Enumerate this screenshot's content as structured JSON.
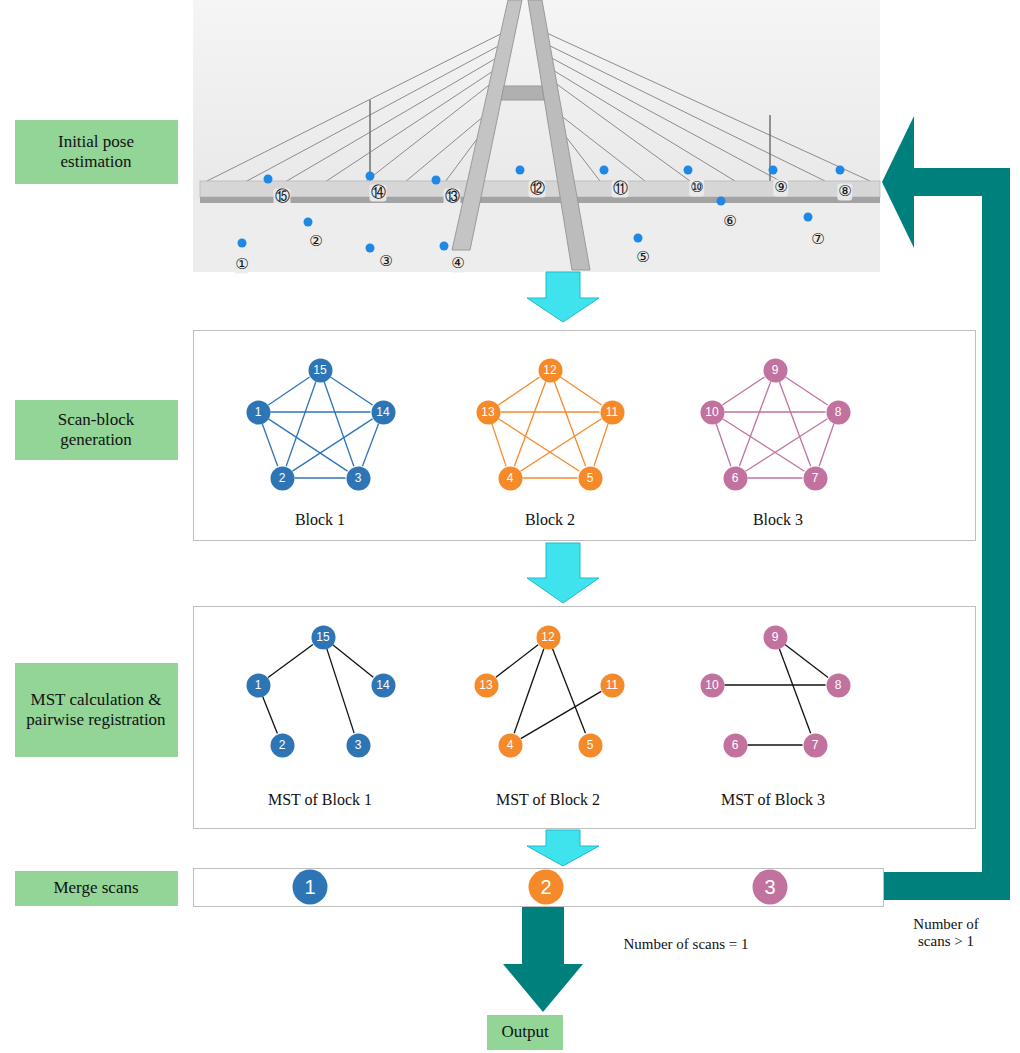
{
  "diagram": {
    "nodes": [
      {
        "text": [
          "Initial pose estimation"
        ]
      },
      {
        "text": [
          "Scan-block generation"
        ]
      },
      {
        "text": [
          "15"
        ]
      },
      {
        "text": [
          "1"
        ]
      },
      {
        "text": [
          "14"
        ]
      },
      {
        "text": [
          "2"
        ]
      },
      {
        "text": [
          "3"
        ]
      },
      {
        "text": [
          "12"
        ]
      },
      {
        "text": [
          "13"
        ]
      },
      {
        "text": [
          "11"
        ]
      },
      {
        "text": [
          "4"
        ]
      },
      {
        "text": [
          "5"
        ]
      },
      {
        "text": [
          "9"
        ]
      },
      {
        "text": [
          "10"
        ]
      },
      {
        "text": [
          "8"
        ]
      },
      {
        "text": [
          "6"
        ]
      },
      {
        "text": [
          "7"
        ]
      },
      {
        "text": [
          "MST calculation & pairwise registration"
        ]
      },
      {
        "text": [
          "15"
        ]
      },
      {
        "text": [
          "1"
        ]
      },
      {
        "text": [
          "14"
        ]
      },
      {
        "text": [
          "2"
        ]
      },
      {
        "text": [
          "3"
        ]
      },
      {
        "text": [
          "12"
        ]
      },
      {
        "text": [
          "13"
        ]
      },
      {
        "text": [
          "11"
        ]
      },
      {
        "text": [
          "4"
        ]
      },
      {
        "text": [
          "5"
        ]
      },
      {
        "text": [
          "9"
        ]
      },
      {
        "text": [
          "10"
        ]
      },
      {
        "text": [
          "8"
        ]
      },
      {
        "text": [
          "6"
        ]
      },
      {
        "text": [
          "7"
        ]
      },
      {
        "text": [
          "Merge scans"
        ]
      },
      {
        "text": [
          "1"
        ]
      },
      {
        "text": [
          "2"
        ]
      },
      {
        "text": [
          "3"
        ]
      },
      {
        "text": [
          "Output"
        ]
      }
    ],
    "edges": [
      {
        "from": 2,
        "to": 3,
        "arrow": "none"
      },
      {
        "from": 2,
        "to": 4,
        "arrow": "none"
      },
      {
        "from": 2,
        "to": 5,
        "arrow": "none"
      },
      {
        "from": 2,
        "to": 6,
        "arrow": "none"
      },
      {
        "from": 3,
        "to": 4,
        "arrow": "none"
      },
      {
        "from": 3,
        "to": 5,
        "arrow": "none"
      },
      {
        "from": 3,
        "to": 6,
        "arrow": "none"
      },
      {
        "from": 4,
        "to": 5,
        "arrow": "none"
      },
      {
        "from": 4,
        "to": 6,
        "arrow": "none"
      },
      {
        "from": 5,
        "to": 6,
        "arrow": "none"
      },
      {
        "from": 7,
        "to": 8,
        "arrow": "none"
      },
      {
        "from": 7,
        "to": 9,
        "arrow": "none"
      },
      {
        "from": 7,
        "to": 10,
        "arrow": "none"
      },
      {
        "from": 7,
        "to": 11,
        "arrow": "none"
      },
      {
        "from": 8,
        "to": 9,
        "arrow": "none"
      },
      {
        "from": 8,
        "to": 10,
        "arrow": "none"
      },
      {
        "from": 8,
        "to": 11,
        "arrow": "none"
      },
      {
        "from": 9,
        "to": 10,
        "arrow": "none"
      },
      {
        "from": 9,
        "to": 11,
        "arrow": "none"
      },
      {
        "from": 10,
        "to": 11,
        "arrow": "none"
      },
      {
        "from": 12,
        "to": 13,
        "arrow": "none"
      },
      {
        "from": 12,
        "to": 14,
        "arrow": "none"
      },
      {
        "from": 12,
        "to": 15,
        "arrow": "none"
      },
      {
        "from": 12,
        "to": 16,
        "arrow": "none"
      },
      {
        "from": 13,
        "to": 14,
        "arrow": "none"
      },
      {
        "from": 13,
        "to": 15,
        "arrow": "none"
      },
      {
        "from": 13,
        "to": 16,
        "arrow": "none"
      },
      {
        "from": 14,
        "to": 15,
        "arrow": "none"
      },
      {
        "from": 14,
        "to": 16,
        "arrow": "none"
      },
      {
        "from": 15,
        "to": 16,
        "arrow": "none"
      },
      {
        "from": 18,
        "to": 19,
        "arrow": "none"
      },
      {
        "from": 18,
        "to": 20,
        "arrow": "none"
      },
      {
        "from": 18,
        "to": 22,
        "arrow": "none"
      },
      {
        "from": 19,
        "to": 21,
        "arrow": "none"
      },
      {
        "from": 23,
        "to": 24,
        "arrow": "none"
      },
      {
        "from": 23,
        "to": 26,
        "arrow": "none"
      },
      {
        "from": 23,
        "to": 27,
        "arrow": "none"
      },
      {
        "from": 26,
        "to": 25,
        "arrow": "none"
      },
      {
        "from": 28,
        "to": 30,
        "arrow": "none"
      },
      {
        "from": 28,
        "to": 32,
        "arrow": "none"
      },
      {
        "from": 29,
        "to": 30,
        "arrow": "none"
      },
      {
        "from": 31,
        "to": 32,
        "arrow": "none"
      }
    ],
    "labels": [
      "①",
      "②",
      "③",
      "④",
      "⑤",
      "⑥",
      "⑦",
      "⑧",
      "⑨",
      "⑩",
      "⑪",
      "⑫",
      "⑬",
      "⑭",
      "⑮",
      "Block 1",
      "Block 2",
      "Block 3",
      "MST of Block 1",
      "MST of Block 2",
      "MST of Block 3",
      "Number of scans > 1",
      "Number of scans = 1"
    ]
  }
}
